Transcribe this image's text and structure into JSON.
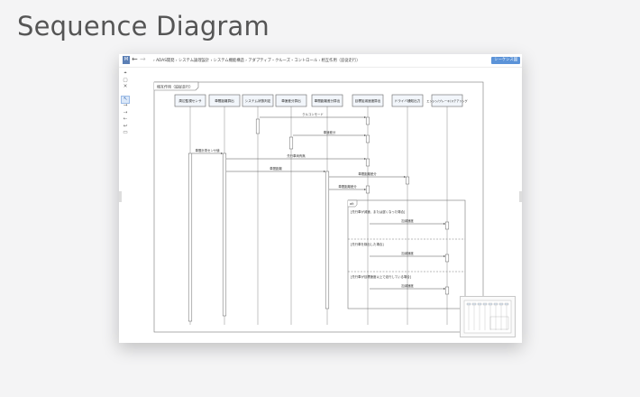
{
  "page": {
    "title": "Sequence Diagram"
  },
  "app": {
    "logo": "M",
    "breadcrumb": "› ADAS開発 › システム論理設計 › システム機能構造 › アダプティブ・クルーズ・コントロール › 相互作用（追従走行）",
    "sequence_button": "シーケンス図",
    "icons": {
      "back": "←",
      "forward": "→"
    }
  },
  "toolbar": {
    "items": [
      {
        "name": "tool-pointer-icon",
        "glyph": "⌖"
      },
      {
        "name": "tool-frame-icon",
        "glyph": "▢"
      },
      {
        "name": "tool-delete-icon",
        "glyph": "✕"
      },
      {
        "name": "tool-select-icon",
        "glyph": "↖",
        "active": true
      },
      {
        "name": "tool-message-icon",
        "glyph": "→"
      },
      {
        "name": "tool-async-icon",
        "glyph": "⇢"
      },
      {
        "name": "tool-return-icon",
        "glyph": "⇠"
      },
      {
        "name": "tool-self-icon",
        "glyph": "↩"
      },
      {
        "name": "tool-fragment-icon",
        "glyph": "▭"
      }
    ]
  },
  "diagram": {
    "frame_label": "相互作用（追従走行）",
    "lifelines": [
      "周辺監視センサ",
      "車間距離算出",
      "システム状態判定",
      "車速差分算出",
      "車間距離差分算出",
      "目標加減速度算出",
      "ドライバ通知出力",
      "エンジン/ブレーキ/ステアリング"
    ],
    "messages": [
      {
        "from": 2,
        "to": 5,
        "label": "クルコンモード"
      },
      {
        "from": 3,
        "to": 5,
        "label": "車速差分"
      },
      {
        "from": 0,
        "to": 1,
        "label": "車間計測センサ値"
      },
      {
        "from": 1,
        "to": 5,
        "label": "先行車両有無"
      },
      {
        "from": 1,
        "to": 4,
        "label": "車間距離"
      },
      {
        "from": 4,
        "to": 6,
        "label": "車間距離差分"
      },
      {
        "from": 4,
        "to": 5,
        "label": "車間距離差分"
      }
    ],
    "fragment": {
      "operator": "alt",
      "sections": [
        {
          "guard": "[先行車が減速、または遅くなった場合]",
          "label": "加減速度"
        },
        {
          "guard": "[先行車を検出した場合]",
          "label": "加減速度"
        },
        {
          "guard": "[先行車が目標速度以上で走行している場合]",
          "label": "加減速度"
        }
      ]
    }
  },
  "colors": {
    "accent": "#5b93d8",
    "line": "#666666",
    "activation": "#ffffff",
    "box_fill": "#f2f6fb"
  }
}
